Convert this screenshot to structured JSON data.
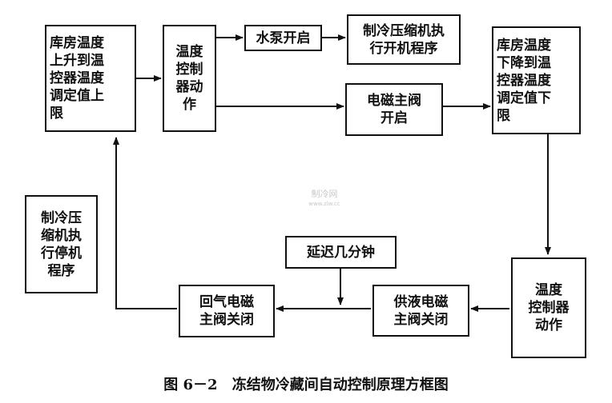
{
  "boxes": {
    "warehouse_rise": "库房温度\n上升到温\n控器温度\n调定值上\n限",
    "thermostat_action_1": "温度\n控制\n器动\n作",
    "pump_start": "水泵开启",
    "compressor_start": "制冷压缩机执\n行开机程序",
    "solenoid_open": "电磁主阀\n开启",
    "warehouse_fall": "库房温度\n下降到温\n控器温度\n调定值下\n限",
    "thermostat_action_2": "温度\n控制器\n动作",
    "supply_valve_close": "供液电磁\n主阀关闭",
    "delay": "延迟几分钟",
    "return_valve_close": "回气电磁\n主阀关闭",
    "compressor_stop": "制冷压\n缩机执\n行停机\n程序"
  },
  "caption": {
    "figure_number": "图 6－2",
    "title": "冻结物冷藏间自动控制原理方框图"
  },
  "watermark": {
    "text": "制冷网",
    "url": "www.zlw.cc"
  }
}
